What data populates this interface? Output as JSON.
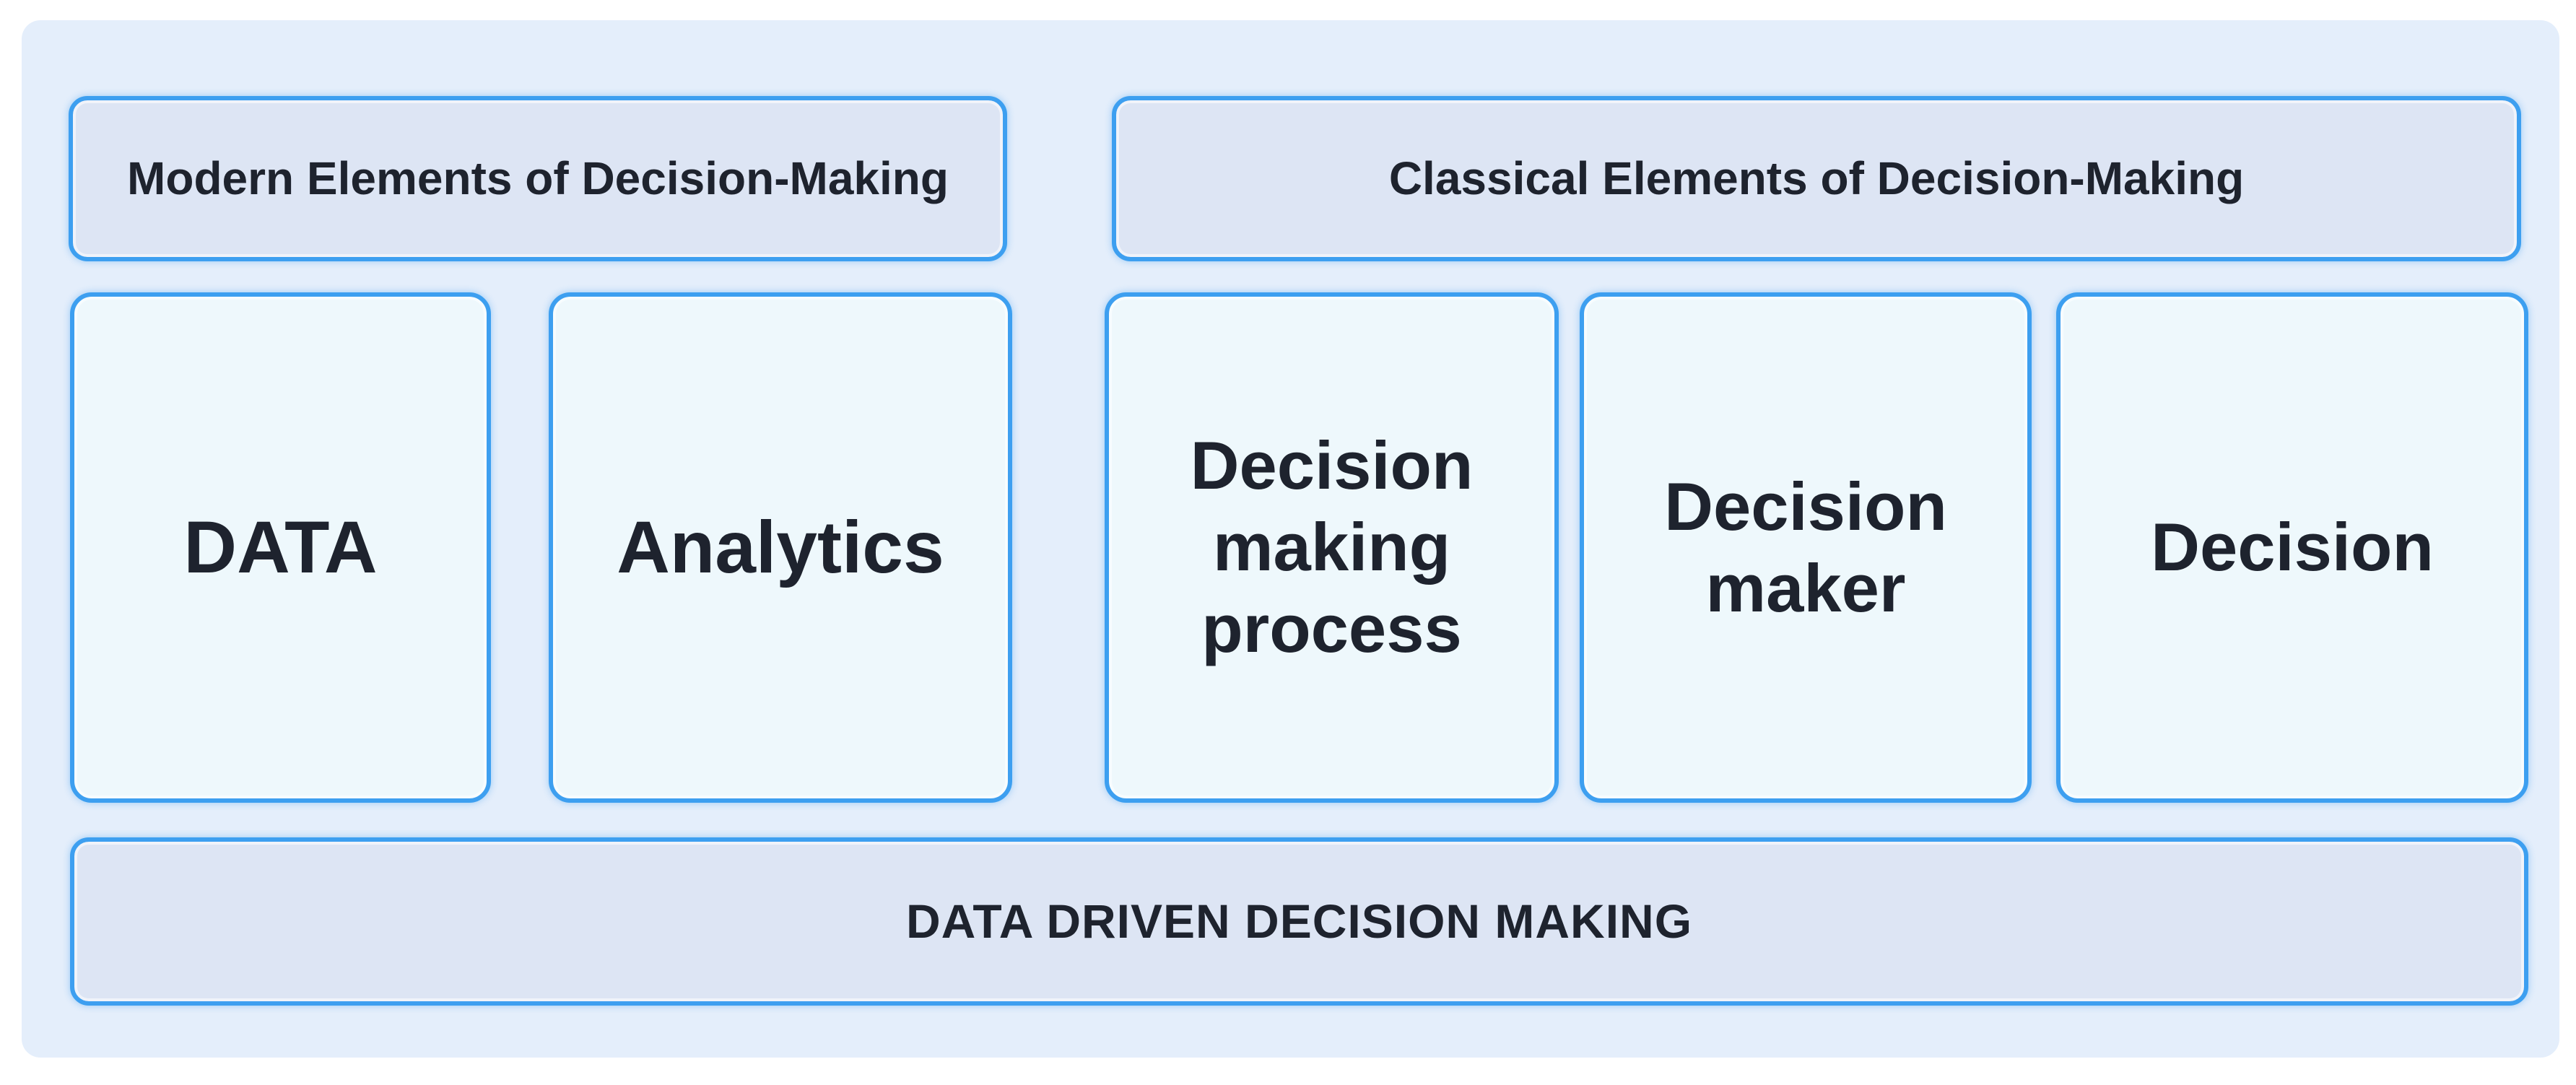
{
  "diagram": {
    "headers": {
      "modern": "Modern Elements of Decision-Making",
      "classical": "Classical Elements of Decision-Making"
    },
    "modern_boxes": [
      {
        "label": "DATA"
      },
      {
        "label": "Analytics"
      }
    ],
    "classical_boxes": [
      {
        "label": "Decision making process"
      },
      {
        "label": "Decision maker"
      },
      {
        "label": "Decision"
      }
    ],
    "footer": "DATA DRIVEN DECISION MAKING",
    "colors": {
      "panel_bg": "#e4eefb",
      "header_fill": "#dde5f4",
      "box_fill": "#eef8fc",
      "border": "#3d9ff0",
      "text": "#1e232e"
    }
  }
}
